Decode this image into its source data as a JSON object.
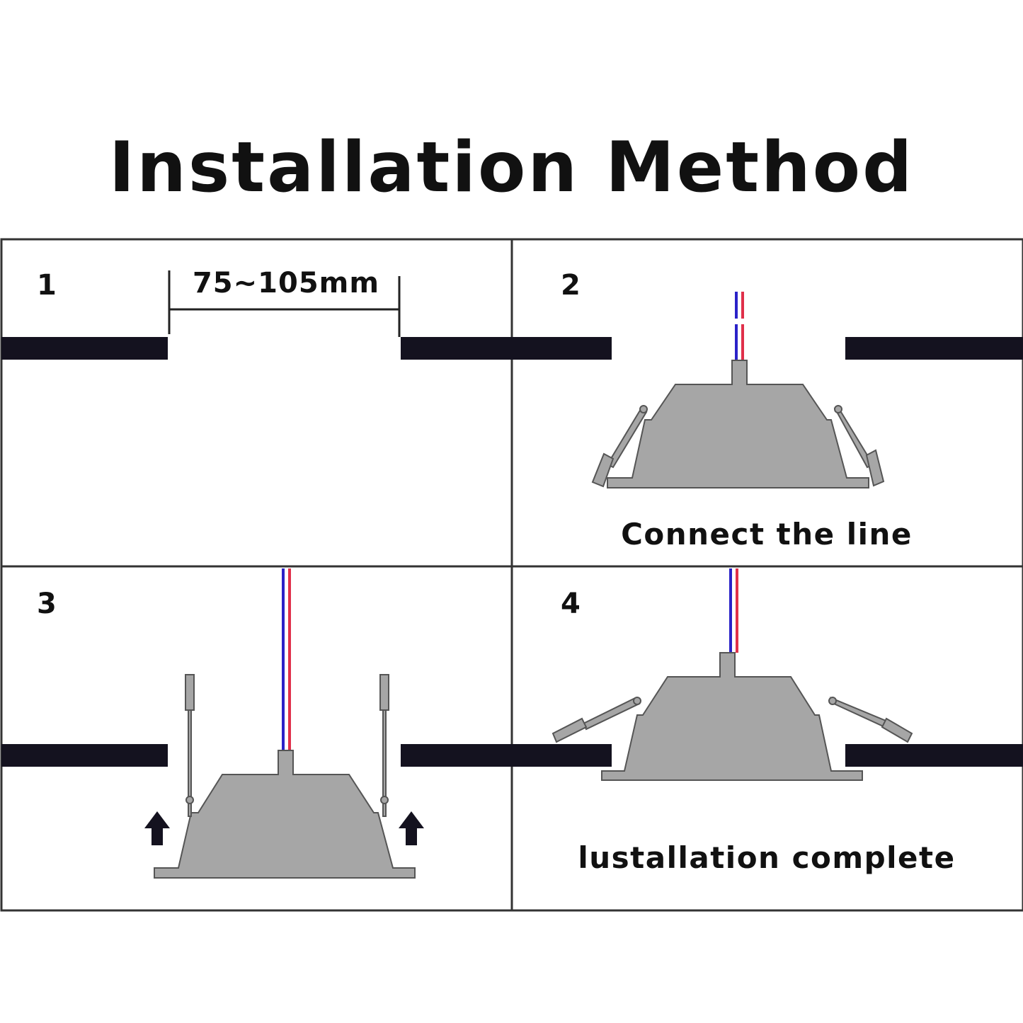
{
  "title": "Installation Method",
  "colors": {
    "ceiling": "#14121f",
    "fixture": "#a6a6a6",
    "outline": "#555555",
    "wire_blue": "#2a22c8",
    "wire_red": "#e0304a",
    "border": "#333333"
  },
  "steps": [
    {
      "number": "1",
      "dimension": "75~105mm"
    },
    {
      "number": "2",
      "caption": "Connect the line"
    },
    {
      "number": "3"
    },
    {
      "number": "4",
      "caption": "lustallation complete"
    }
  ]
}
